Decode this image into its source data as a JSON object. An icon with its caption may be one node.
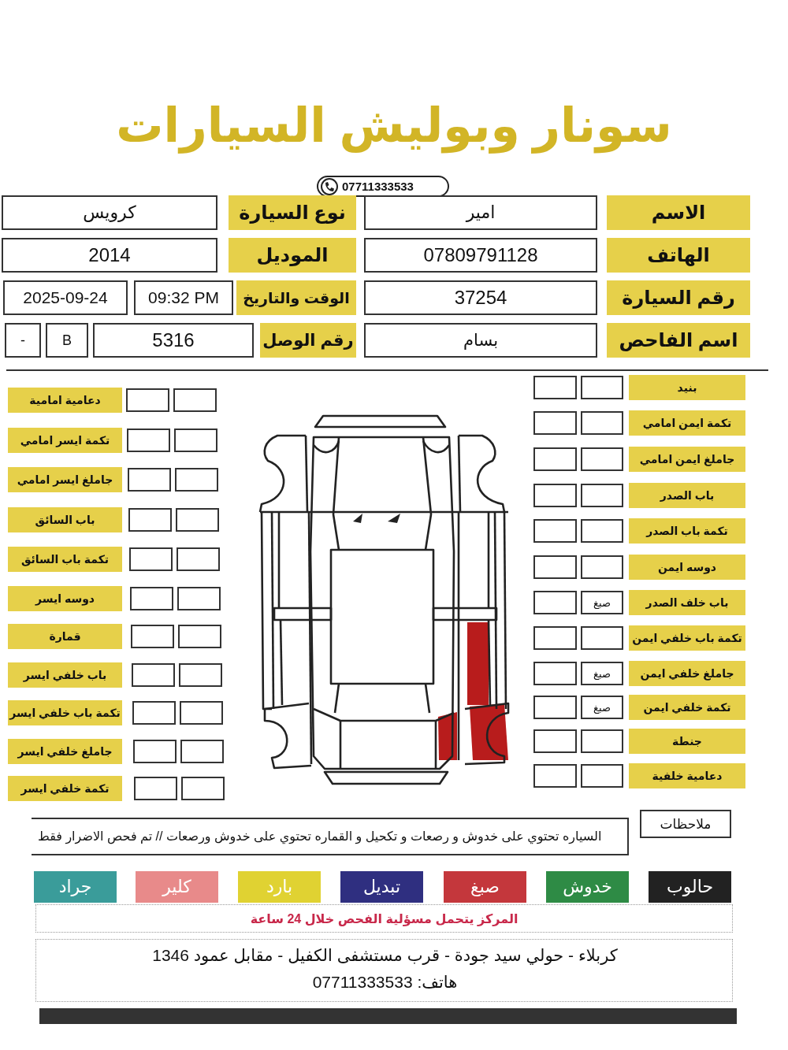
{
  "diagram": {
    "title": "سونار وبوليش السيارات",
    "nodes": [
      {
        "text": [
          "الاسم"
        ]
      },
      {
        "text": [
          "امير"
        ]
      },
      {
        "text": [
          "نوع السيارة"
        ]
      },
      {
        "text": [
          "كرويس"
        ]
      },
      {
        "text": [
          "الهاتف"
        ]
      },
      {
        "text": [
          "07809791128"
        ]
      },
      {
        "text": [
          "الموديل"
        ]
      },
      {
        "text": [
          "2014"
        ]
      },
      {
        "text": [
          "رقم السيارة"
        ]
      },
      {
        "text": [
          "37254"
        ]
      },
      {
        "text": [
          "الوقت والتاريخ"
        ]
      },
      {
        "text": [
          "09:32 PM"
        ]
      },
      {
        "text": [
          "2025-09-24"
        ]
      },
      {
        "text": [
          "اسم الفاحص"
        ]
      },
      {
        "text": [
          "بسام"
        ]
      },
      {
        "text": [
          "رقم الوصل"
        ]
      },
      {
        "text": [
          "5316"
        ]
      },
      {
        "text": [
          "B"
        ]
      },
      {
        "text": [
          "-"
        ]
      },
      {
        "text": [
          "بنيد"
        ]
      },
      {
        "text": [],
        "shape": "box"
      },
      {
        "text": [],
        "shape": "box"
      },
      {
        "text": [
          "تكمة ايمن امامي"
        ]
      },
      {
        "text": [],
        "shape": "box"
      },
      {
        "text": [],
        "shape": "box"
      },
      {
        "text": [
          "جاملغ ايمن امامي"
        ]
      },
      {
        "text": [],
        "shape": "box"
      },
      {
        "text": [],
        "shape": "box"
      },
      {
        "text": [
          "باب الصدر"
        ]
      },
      {
        "text": [],
        "shape": "box"
      },
      {
        "text": [],
        "shape": "box"
      },
      {
        "text": [
          "تكمة باب الصدر"
        ]
      },
      {
        "text": [],
        "shape": "box"
      },
      {
        "text": [],
        "shape": "box"
      },
      {
        "text": [
          "دوسه ايمن"
        ]
      },
      {
        "text": [],
        "shape": "box"
      },
      {
        "text": [],
        "shape": "box"
      },
      {
        "text": [
          "باب خلف الصدر"
        ]
      },
      {
        "text": [
          "صبغ"
        ]
      },
      {
        "text": [],
        "shape": "box"
      },
      {
        "text": [
          "تكمة باب خلفي ايمن"
        ]
      },
      {
        "text": [],
        "shape": "box"
      },
      {
        "text": [],
        "shape": "box"
      },
      {
        "text": [
          "جاملغ خلفي ايمن"
        ]
      },
      {
        "text": [
          "صبغ"
        ]
      },
      {
        "text": [],
        "shape": "box"
      },
      {
        "text": [
          "تكمة خلفي ايمن"
        ]
      },
      {
        "text": [
          "صبغ"
        ]
      },
      {
        "text": [],
        "shape": "box"
      },
      {
        "text": [
          "جنطة"
        ]
      },
      {
        "text": [],
        "shape": "box"
      },
      {
        "text": [],
        "shape": "box"
      },
      {
        "text": [
          "دعامية خلفية"
        ]
      },
      {
        "text": [],
        "shape": "box"
      },
      {
        "text": [],
        "shape": "box"
      },
      {
        "text": [
          "دعامية امامية"
        ]
      },
      {
        "text": [],
        "shape": "box"
      },
      {
        "text": [],
        "shape": "box"
      },
      {
        "text": [
          "تكمة ايسر امامي"
        ]
      },
      {
        "text": [],
        "shape": "box"
      },
      {
        "text": [],
        "shape": "box"
      },
      {
        "text": [
          "جاملغ ايسر امامي"
        ]
      },
      {
        "text": [],
        "shape": "box"
      },
      {
        "text": [],
        "shape": "box"
      },
      {
        "text": [
          "باب السائق"
        ]
      },
      {
        "text": [],
        "shape": "box"
      },
      {
        "text": [],
        "shape": "box"
      },
      {
        "text": [
          "تكمة باب السائق"
        ]
      },
      {
        "text": [],
        "shape": "box"
      },
      {
        "text": [],
        "shape": "box"
      },
      {
        "text": [
          "دوسه ايسر"
        ]
      },
      {
        "text": [],
        "shape": "box"
      },
      {
        "text": [],
        "shape": "box"
      },
      {
        "text": [
          "قمارة"
        ]
      },
      {
        "text": [],
        "shape": "box"
      },
      {
        "text": [],
        "shape": "box"
      },
      {
        "text": [
          "باب خلفي ايسر"
        ]
      },
      {
        "text": [],
        "shape": "box"
      },
      {
        "text": [],
        "shape": "box"
      },
      {
        "text": [
          "تكمة باب خلفي ايسر"
        ]
      },
      {
        "text": [],
        "shape": "box"
      },
      {
        "text": [],
        "shape": "box"
      },
      {
        "text": [
          "جاملغ خلفي ايسر"
        ]
      },
      {
        "text": [],
        "shape": "box"
      },
      {
        "text": [],
        "shape": "box"
      },
      {
        "text": [
          "تكمة خلفي ايسر"
        ]
      },
      {
        "text": [],
        "shape": "box"
      },
      {
        "text": [],
        "shape": "box"
      },
      {
        "text": [
          "ملاحظات"
        ]
      },
      {
        "text": [
          "السياره تحتوي على خدوش و رصعات و تكحيل و القماره تحتوي على خدوش ورصعات // تم فحص الاضرار فقط"
        ]
      }
    ],
    "labels": [
      "07711333533",
      "المركز يتحمل مسؤلية الفحص خلال 24 ساعة",
      "كربلاء - حولي سيد جودة - قرب مستشفى الكفيل - مقابل عمود 1346",
      "هاتف: 07711333533"
    ],
    "legend": [
      {
        "text": "حالوب",
        "color": "#222222"
      },
      {
        "text": "خدوش",
        "color": "#2e8b45"
      },
      {
        "text": "صبغ",
        "color": "#c4373c"
      },
      {
        "text": "تبديل",
        "color": "#2f2f80"
      },
      {
        "text": "بارد",
        "color": "#e0d232"
      },
      {
        "text": "كلير",
        "color": "#e88a8a"
      },
      {
        "text": "جراد",
        "color": "#3a9c9a"
      }
    ]
  }
}
